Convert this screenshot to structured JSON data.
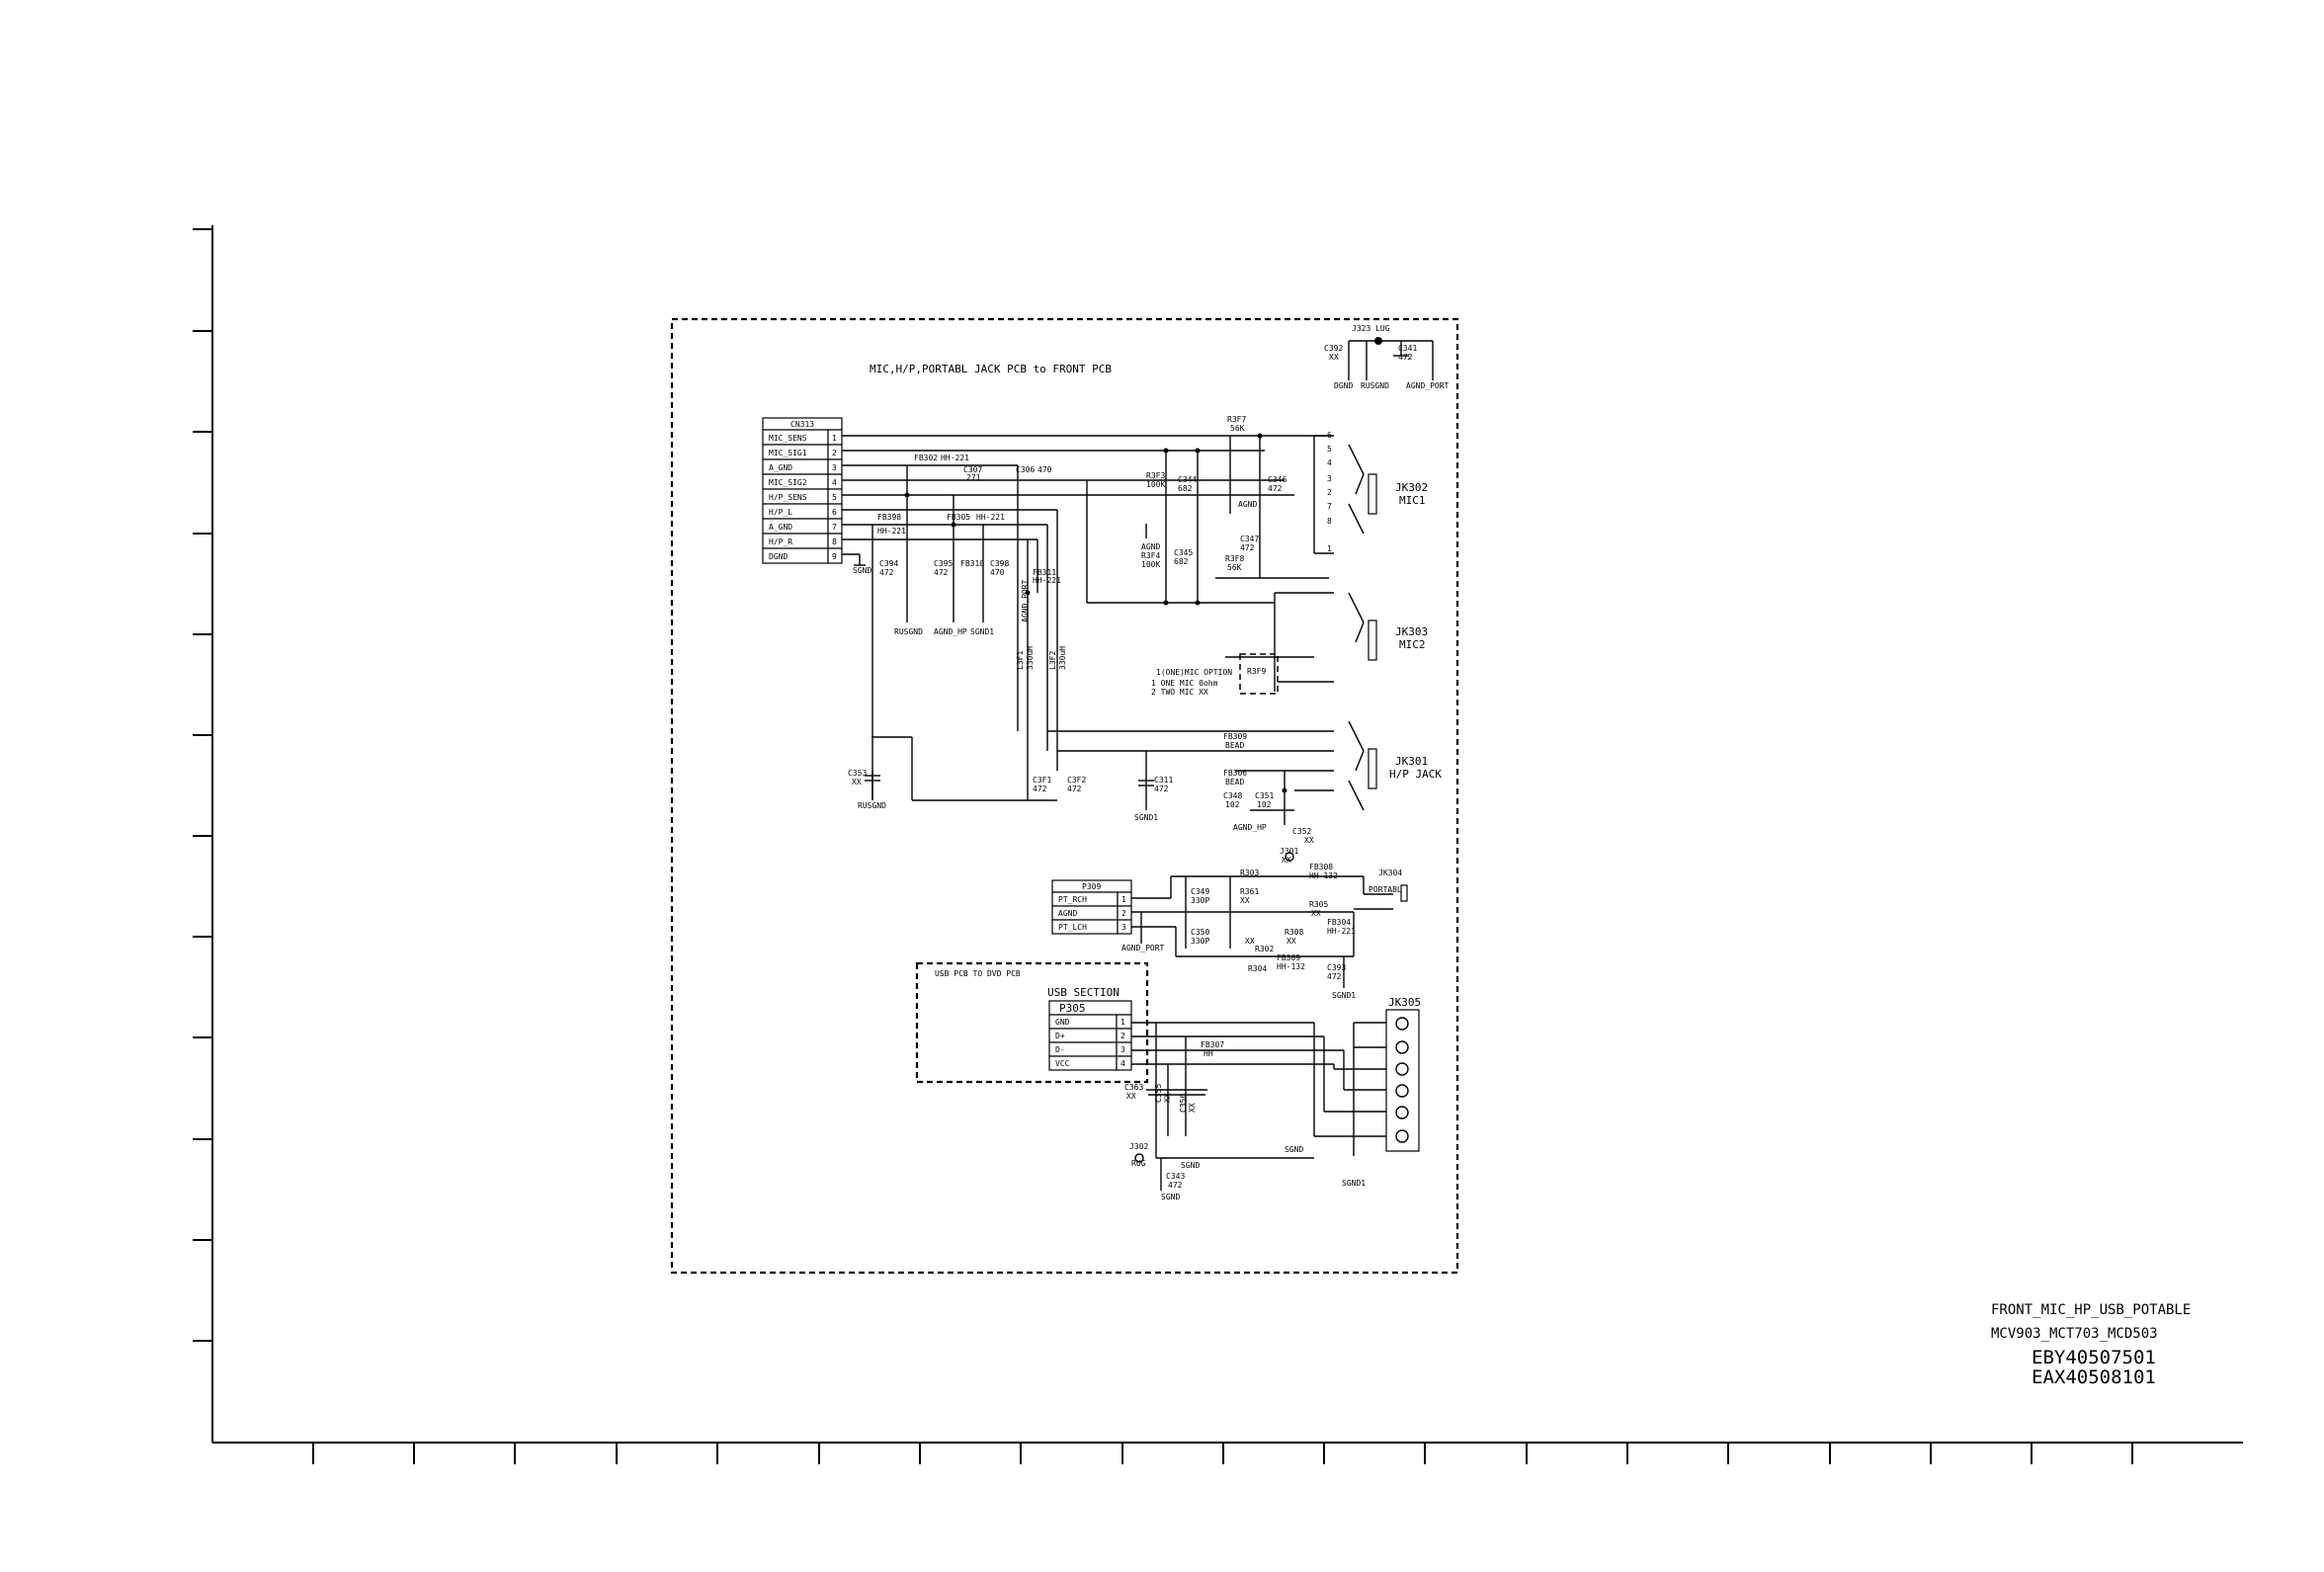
{
  "title_block": {
    "line1": "FRONT_MIC_HP_USB_POTABLE",
    "line2": "MCV903_MCT703_MCD503",
    "line3": "EBY40507501",
    "line4": "EAX40508101"
  },
  "main_board": {
    "title": "MIC,H/P,PORTABL JACK PCB to FRONT PCB"
  },
  "cn313": {
    "ref": "CN313",
    "pins": [
      {
        "name": "MIC_SENS",
        "num": "1"
      },
      {
        "name": "MIC_SIG1",
        "num": "2"
      },
      {
        "name": "A_GND",
        "num": "3"
      },
      {
        "name": "MIC_SIG2",
        "num": "4"
      },
      {
        "name": "H/P_SENS",
        "num": "5"
      },
      {
        "name": "H/P_L",
        "num": "6"
      },
      {
        "name": "A_GND",
        "num": "7"
      },
      {
        "name": "H/P_R",
        "num": "8"
      },
      {
        "name": "DGND",
        "num": "9"
      }
    ]
  },
  "p309": {
    "ref": "P309",
    "pins": [
      {
        "name": "PT_RCH",
        "num": "1"
      },
      {
        "name": "AGND",
        "num": "2"
      },
      {
        "name": "PT_LCH",
        "num": "3"
      }
    ]
  },
  "usb": {
    "title": "USB PCB TO DVD PCB",
    "section": "USB SECTION",
    "ref": "P305",
    "pins": [
      {
        "name": "GND",
        "num": "1"
      },
      {
        "name": "D+",
        "num": "2"
      },
      {
        "name": "D-",
        "num": "3"
      },
      {
        "name": "VCC",
        "num": "4"
      }
    ]
  },
  "jacks": {
    "jk302": {
      "ref": "JK302",
      "label": "MIC1"
    },
    "jk303": {
      "ref": "JK303",
      "label": "MIC2"
    },
    "jk301": {
      "ref": "JK301",
      "label": "H/P JACK"
    },
    "jk304": {
      "ref": "JK304",
      "label": "PORTABLE"
    },
    "jk305": {
      "ref": "JK305"
    }
  },
  "mic_option": {
    "title": "1(ONE)MIC OPTION",
    "row1": "1 ONE MIC 0ohm",
    "row2": "2 TWO MIC XX"
  },
  "jack_pins": {
    "a": "6",
    "b": "5",
    "c": "4",
    "d": "3",
    "e": "2",
    "f": "7",
    "g": "8",
    "h": "1"
  },
  "components": {
    "j323": "J323 LUG",
    "c392": "C392",
    "c392v": "XX",
    "c341": "C341",
    "c341v": "472",
    "dgnd": "DGND",
    "rusgnd": "RUSGND",
    "agndport": "AGND_PORT",
    "fb302": "FB302",
    "fb302v": "HH-221",
    "c307": "C307",
    "c307v": "271",
    "c306": "C306",
    "c306v": "470",
    "fb398": "FB398",
    "fb398v": "HH-221",
    "fb305": "FB305",
    "fb305v": "HH-221",
    "c394": "C394",
    "c394v": "472",
    "c395": "C395",
    "c395v": "472",
    "fb310": "FB310",
    "c398": "C398",
    "c398v": "470",
    "fb311": "FB311",
    "fb311v": "HH-221",
    "sgnd": "SGND",
    "rusgnd2": "RUSGND",
    "agndhp": "AGND_HP",
    "sgnd1": "SGND1",
    "agndport2": "AGND_PORT",
    "l3f1": "L3F1",
    "l3f1v": "330uH",
    "l3f2": "L3F2",
    "l3f2v": "330uH",
    "r3f7": "R3F7",
    "r3f7v": "56K",
    "r3f3": "R3F3",
    "r3f3v": "100K",
    "c344": "C344",
    "c344v": "682",
    "c346": "C346",
    "c346v": "472",
    "agnd": "AGND",
    "c347": "C347",
    "c347v": "472",
    "r3f8": "R3F8",
    "r3f8v": "56K",
    "agnd2": "AGND",
    "r3f4": "R3F4",
    "r3f4v": "100K",
    "c345": "C345",
    "c345v": "682",
    "r3f9": "R3F9",
    "fb309": "FB309",
    "fb309v": "BEAD",
    "fb306": "FB306",
    "fb306v": "BEAD",
    "c353": "C353",
    "c353v": "XX",
    "rusgnd3": "RUSGND",
    "c3f1": "C3F1",
    "c3f1v": "472",
    "c3f2": "C3F2",
    "c3f2v": "472",
    "c311": "C311",
    "c311v": "472",
    "sgnd2": "SGND1",
    "c348": "C348",
    "c348v": "102",
    "c351": "C351",
    "c351v": "102",
    "agndhp2": "AGND_HP",
    "c352": "C352",
    "c352v": "XX",
    "j301": "J301",
    "j301v": "XX",
    "r303": "R303",
    "fb308": "FB308",
    "fb308v": "HH-132",
    "c349": "C349",
    "c349v": "330P",
    "r361": "R361",
    "r361v": "XX",
    "r305": "R305",
    "r305v": "XX",
    "fb304": "FB304",
    "fb304v": "HH-221",
    "c350": "C350",
    "c350v": "330P",
    "r308": "R308",
    "r308v": "XX",
    "r302": "R302",
    "r302v": "XX",
    "fb309b": "FB309",
    "fb309bv": "HH-132",
    "r304": "R304",
    "c393": "C393",
    "c393v": "472",
    "sgnd3": "SGND1",
    "agndport3": "AGND_PORT",
    "fb307": "FB307",
    "fb307v": "HH",
    "c363": "C363",
    "c363v": "XX",
    "c355": "C355",
    "c355v": "XX",
    "c356": "C356",
    "c356v": "XX",
    "j302": "J302",
    "j302v": "RUG",
    "sgnd4": "SGND",
    "c343": "C343",
    "c343v": "472",
    "sgnd5": "SGND",
    "sgnd6": "SGND",
    "sgnd7": "SGND1"
  }
}
